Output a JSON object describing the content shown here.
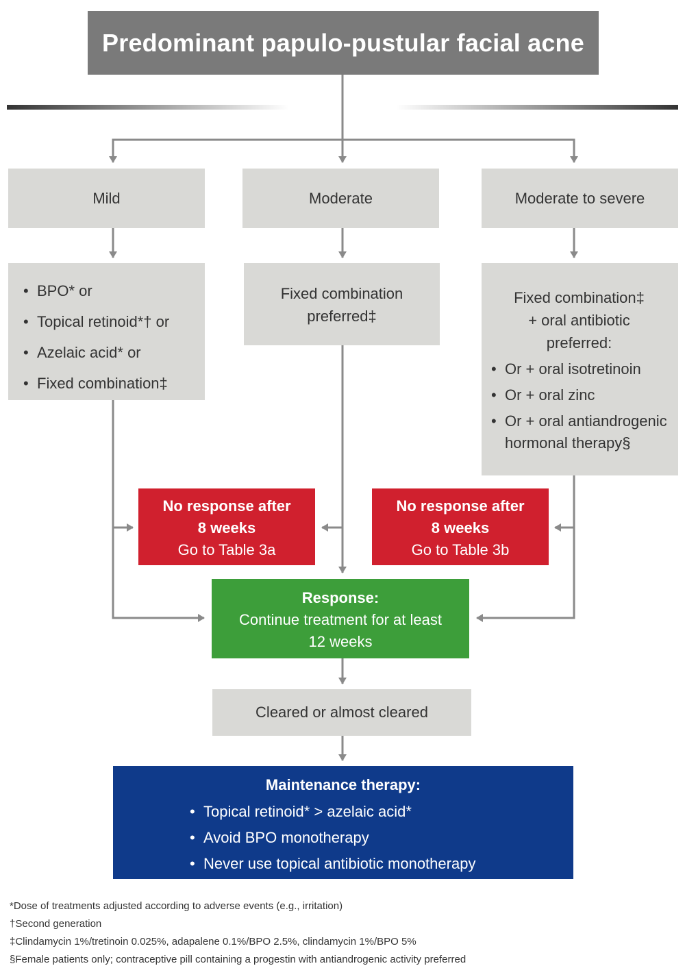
{
  "title": "Predominant papulo-pustular facial acne",
  "severity": {
    "mild": "Mild",
    "moderate": "Moderate",
    "moderate_to_severe": "Moderate to severe"
  },
  "mild_treatments": [
    "BPO* or",
    "Topical retinoid*† or",
    "Azelaic acid* or",
    "Fixed combination‡"
  ],
  "moderate_treatment": [
    "Fixed combination",
    "preferred‡"
  ],
  "severe_treatment": {
    "intro": [
      "Fixed combination‡",
      "+ oral antibiotic",
      "preferred:"
    ],
    "options": [
      "Or + oral isotretinoin",
      "Or + oral zinc",
      "Or + oral antiandrogenic hormonal therapy§"
    ]
  },
  "no_response_a": {
    "line1": "No response after",
    "line2": "8 weeks",
    "line3": "Go to Table 3a"
  },
  "no_response_b": {
    "line1": "No response after",
    "line2": "8 weeks",
    "line3": "Go to Table 3b"
  },
  "response": {
    "head": "Response:",
    "line2": "Continue treatment for at least",
    "line3": "12 weeks"
  },
  "cleared": "Cleared or almost cleared",
  "maintenance": {
    "head": "Maintenance therapy:",
    "items": [
      "Topical retinoid* > azelaic acid*",
      "Avoid BPO monotherapy",
      "Never use topical antibiotic monotherapy"
    ]
  },
  "footnotes": [
    "*Dose of treatments adjusted according to adverse events (e.g., irritation)",
    "†Second generation",
    "‡Clindamycin 1%/tretinoin 0.025%, adapalene 0.1%/BPO 2.5%, clindamycin 1%/BPO 5%",
    "§Female patients only; contraceptive pill containing a progestin with antiandrogenic activity preferred"
  ],
  "colors": {
    "title_bg": "#7a7a7a",
    "box_gray": "#d9d9d6",
    "red": "#d0202e",
    "green": "#3d9e3a",
    "blue": "#0f3a8a",
    "connector": "#8a8a8a"
  }
}
